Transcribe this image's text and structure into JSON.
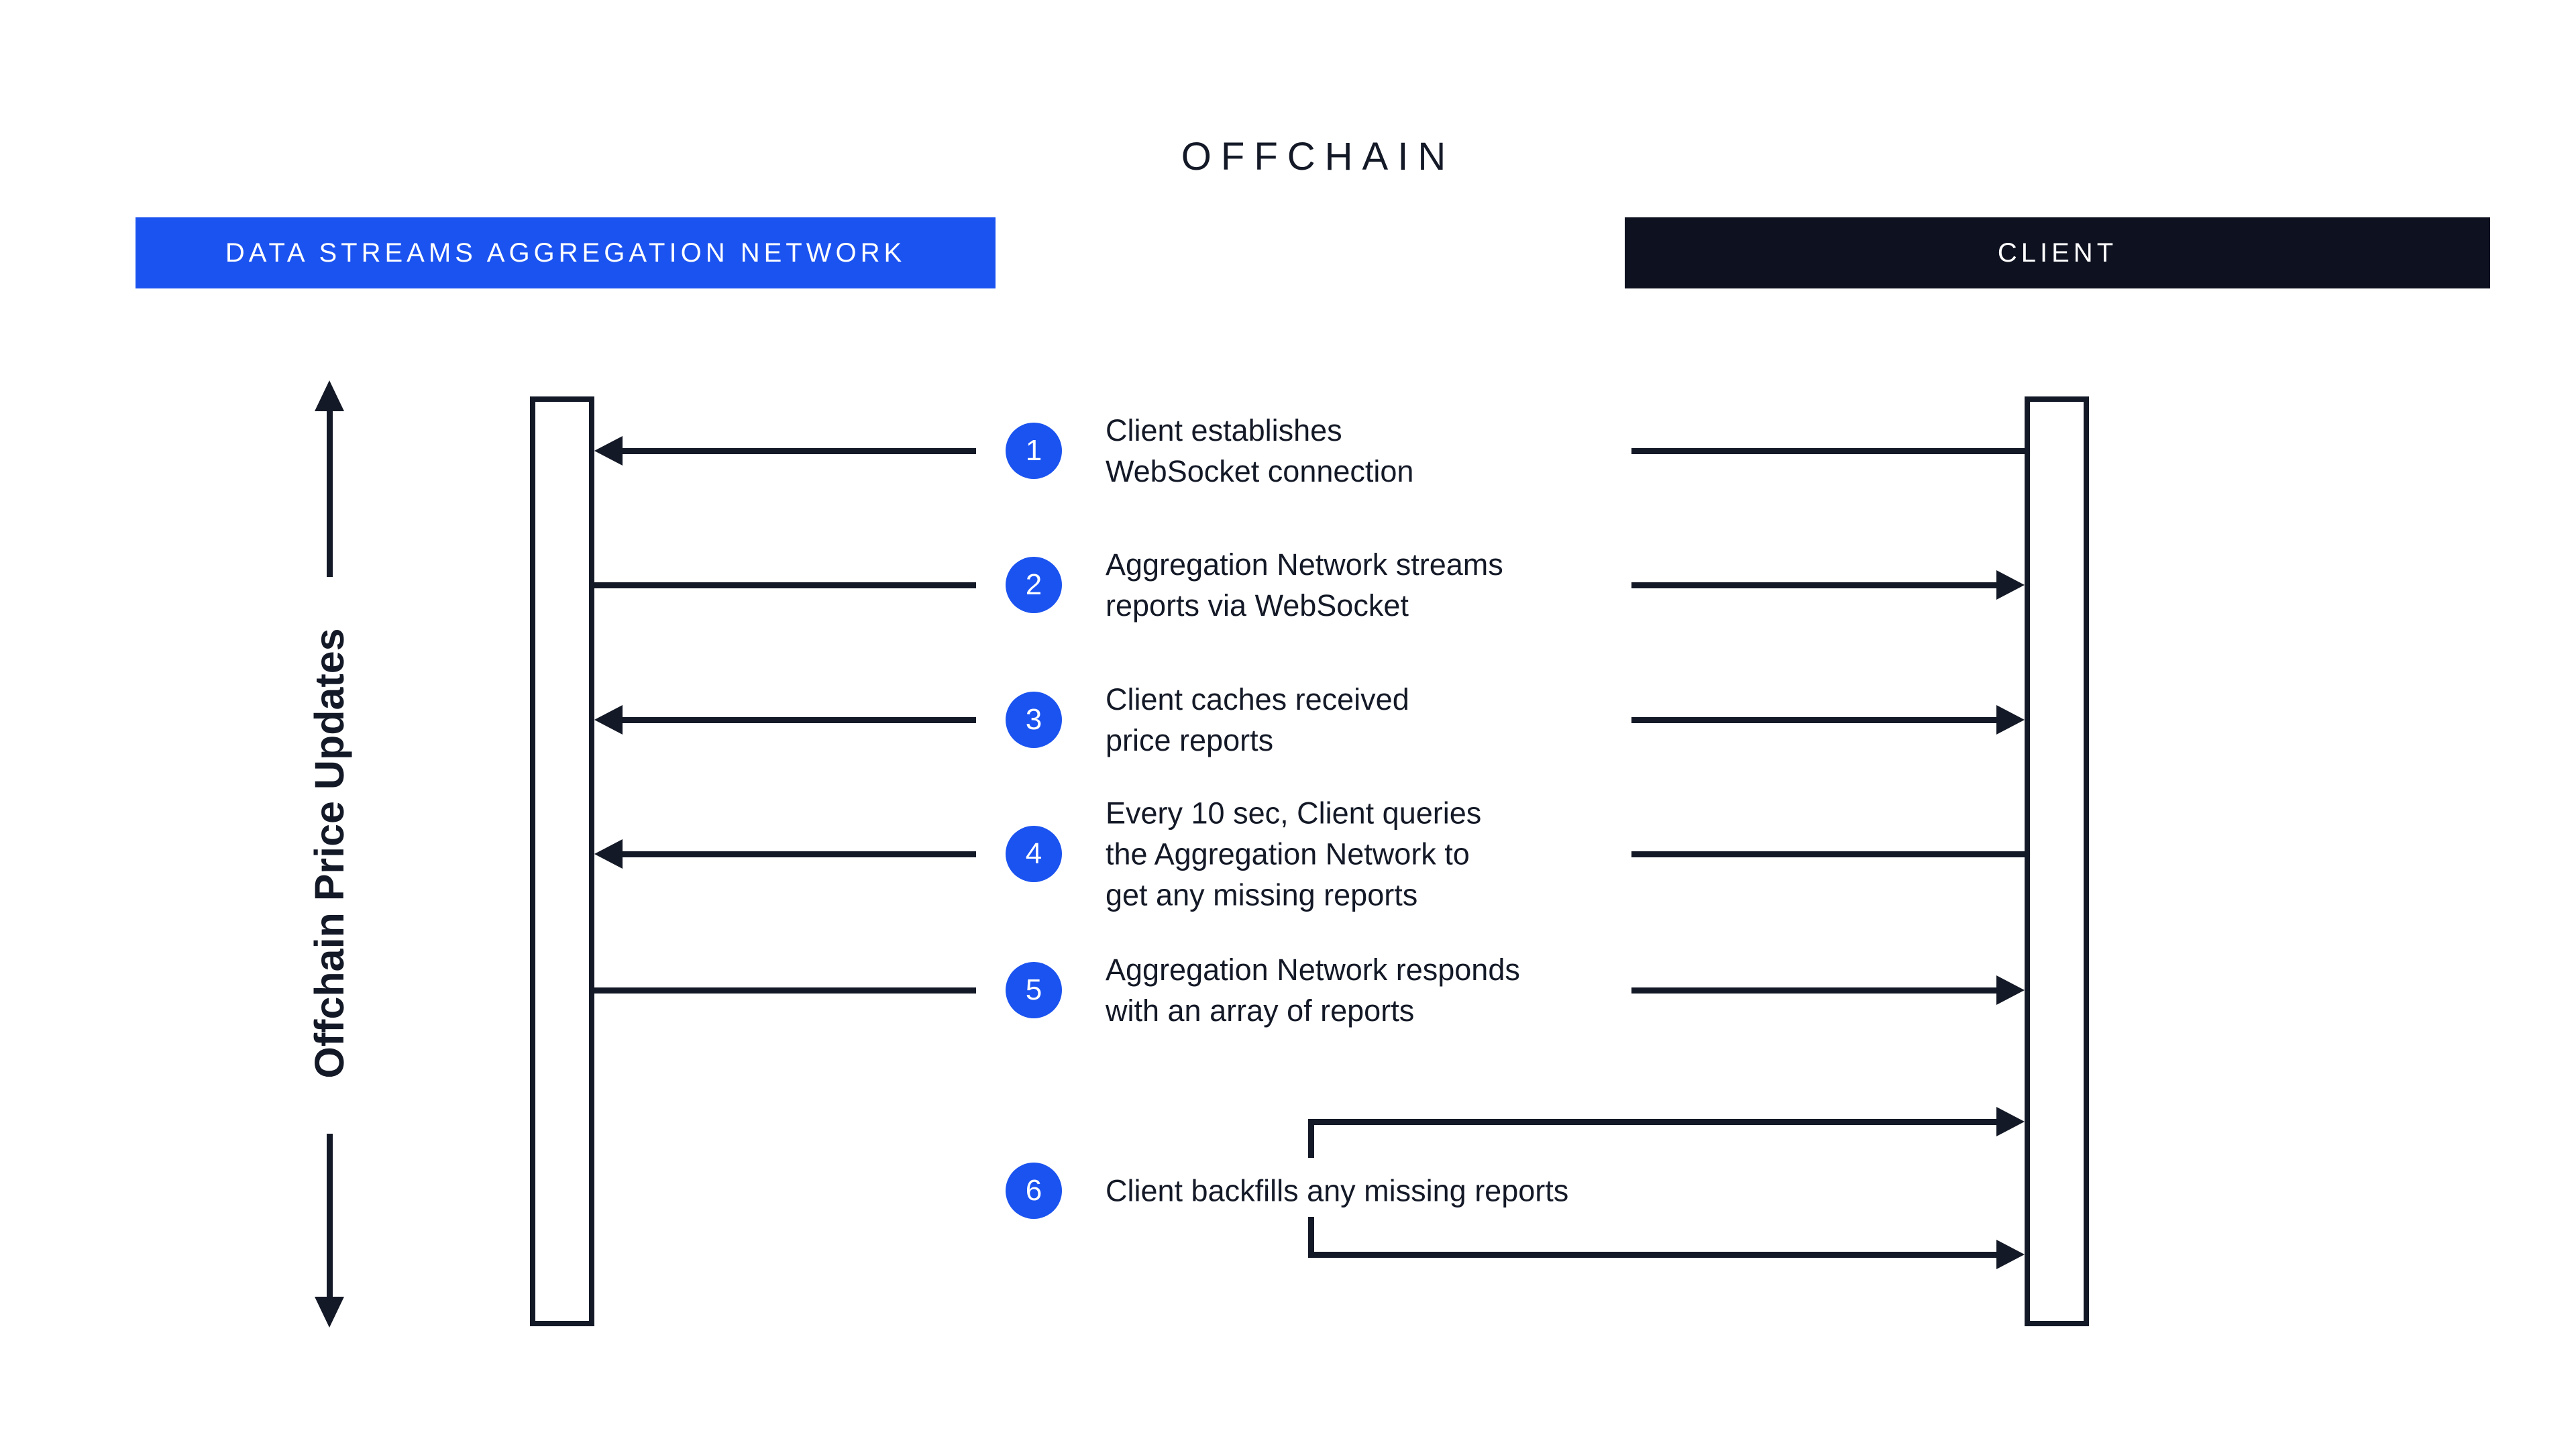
{
  "title": "OFFCHAIN",
  "actors": {
    "aggregation_network": {
      "label": "DATA STREAMS AGGREGATION NETWORK"
    },
    "client": {
      "label": "CLIENT"
    }
  },
  "axis": {
    "label": "Offchain Price Updates"
  },
  "steps": [
    {
      "number": "1",
      "lines": [
        "Client establishes",
        "WebSocket connection"
      ],
      "direction": "client-to-network"
    },
    {
      "number": "2",
      "lines": [
        "Aggregation Network streams",
        "reports via WebSocket"
      ],
      "direction": "network-to-client"
    },
    {
      "number": "3",
      "lines": [
        "Client caches received",
        "price reports"
      ],
      "direction": "both"
    },
    {
      "number": "4",
      "lines": [
        "Every 10 sec, Client queries",
        "the Aggregation Network to",
        "get any missing reports"
      ],
      "direction": "client-to-network"
    },
    {
      "number": "5",
      "lines": [
        "Aggregation Network responds",
        "with an array of reports"
      ],
      "direction": "network-to-client"
    },
    {
      "number": "6",
      "lines": [
        "Client backfills any missing reports"
      ],
      "direction": "client-self-loop"
    }
  ],
  "colors": {
    "accent_blue": "#1b53f0",
    "dark_navy": "#0e1220",
    "ink": "#141927",
    "background": "#ffffff"
  }
}
